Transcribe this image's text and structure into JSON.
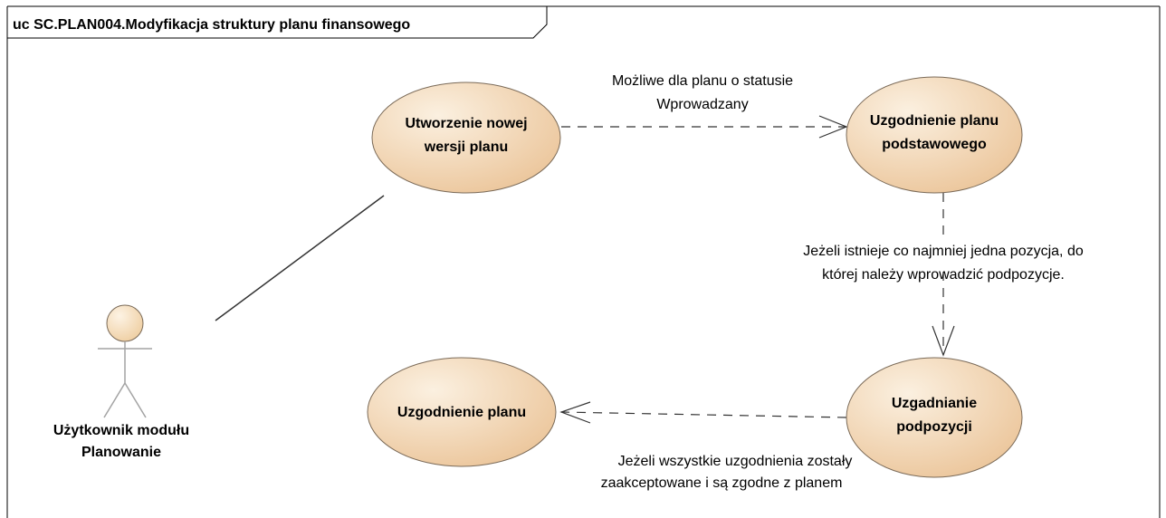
{
  "frame": {
    "title": "uc SC.PLAN004.Modyfikacja struktury planu finansowego"
  },
  "colors": {
    "usecase_fill_light": "#fbf0e0",
    "usecase_fill_dark": "#ecc79d",
    "usecase_stroke": "#7a6a58",
    "actor_head_fill": "#f5ddb8",
    "actor_stroke": "#a3a3a3",
    "line": "#333333",
    "frame": "#000000"
  },
  "actor": {
    "label_line1": "Użytkownik modułu",
    "label_line2": "Planowanie"
  },
  "use_cases": {
    "new_version": {
      "line1": "Utworzenie nowej",
      "line2": "wersji planu"
    },
    "base_plan": {
      "line1": "Uzgodnienie planu",
      "line2": "podstawowego"
    },
    "subpositions": {
      "line1": "Uzgadnianie",
      "line2": "podpozycji"
    },
    "plan_approval": {
      "line1": "Uzgodnienie planu"
    }
  },
  "relations": {
    "new_to_base": {
      "note_line1": "Możliwe dla planu o statusie",
      "note_line2": "Wprowadzany"
    },
    "base_to_sub": {
      "note_line1": "Jeżeli istnieje co najmniej jedna pozycja, do",
      "note_line2": "której należy wprowadzić podpozycje."
    },
    "sub_to_approval": {
      "note_line1": "Jeżeli wszystkie uzgodnienia zostały",
      "note_line2": "zaakceptowane i są zgodne z planem"
    }
  }
}
